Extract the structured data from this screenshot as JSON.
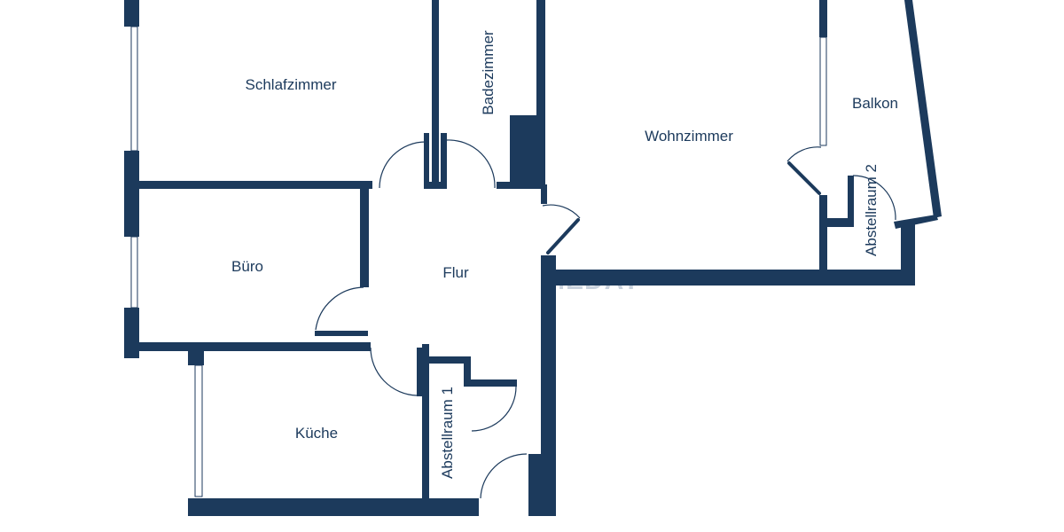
{
  "floorplan": {
    "rooms": {
      "schlafzimmer": "Schlafzimmer",
      "badezimmer": "Badezimmer",
      "wohnzimmer": "Wohnzimmer",
      "balkon": "Balkon",
      "abstellraum2": "Abstellraum 2",
      "buero": "Büro",
      "flur": "Flur",
      "kueche": "Küche",
      "abstellraum1": "Abstellraum 1"
    },
    "watermark": "MEDAY"
  },
  "colors": {
    "wall": "#1c3a5c",
    "background": "#ffffff",
    "watermark": "#c9d2dd"
  }
}
